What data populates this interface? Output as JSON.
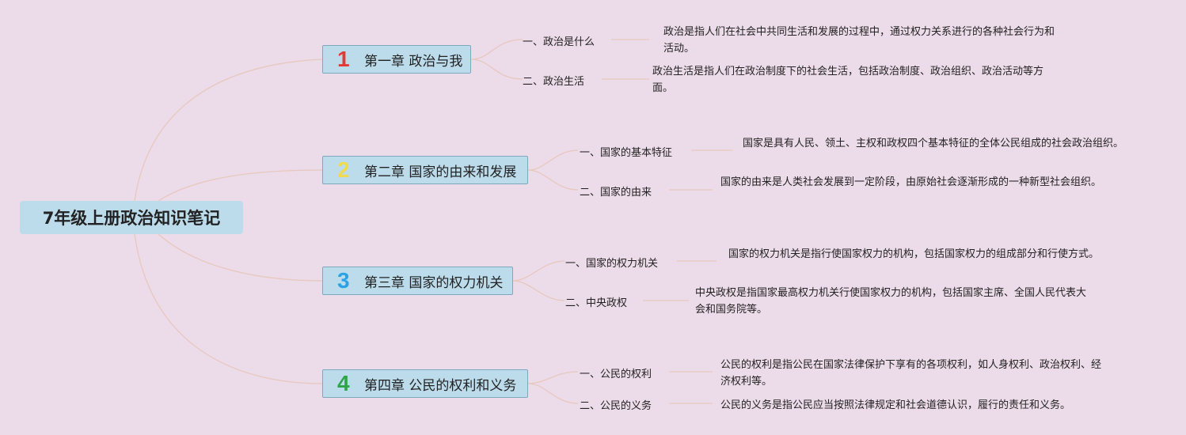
{
  "title": "7年级上册政治知识笔记",
  "colors": {
    "ch1": "#e53935",
    "ch2": "#f0da4e",
    "ch3": "#2aa3e6",
    "ch4": "#2fa54a"
  },
  "chapters": [
    {
      "num": "1",
      "label": "第一章 政治与我",
      "items": [
        {
          "label": "一、政治是什么",
          "desc": "政治是指人们在社会中共同生活和发展的过程中，通过权力关系进行的各种社会行为和活动。"
        },
        {
          "label": "二、政治生活",
          "desc": "政治生活是指人们在政治制度下的社会生活，包括政治制度、政治组织、政治活动等方面。"
        }
      ]
    },
    {
      "num": "2",
      "label": "第二章 国家的由来和发展",
      "items": [
        {
          "label": "一、国家的基本特征",
          "desc": "国家是具有人民、领土、主权和政权四个基本特征的全体公民组成的社会政治组织。"
        },
        {
          "label": "二、国家的由来",
          "desc": "国家的由来是人类社会发展到一定阶段，由原始社会逐渐形成的一种新型社会组织。"
        }
      ]
    },
    {
      "num": "3",
      "label": "第三章 国家的权力机关",
      "items": [
        {
          "label": "一、国家的权力机关",
          "desc": "国家的权力机关是指行使国家权力的机构，包括国家权力的组成部分和行使方式。"
        },
        {
          "label": "二、中央政权",
          "desc": "中央政权是指国家最高权力机关行使国家权力的机构，包括国家主席、全国人民代表大会和国务院等。"
        }
      ]
    },
    {
      "num": "4",
      "label": "第四章 公民的权利和义务",
      "items": [
        {
          "label": "一、公民的权利",
          "desc": "公民的权利是指公民在国家法律保护下享有的各项权利，如人身权利、政治权利、经济权利等。"
        },
        {
          "label": "二、公民的义务",
          "desc": "公民的义务是指公民应当按照法律规定和社会道德认识，履行的责任和义务。"
        }
      ]
    }
  ]
}
